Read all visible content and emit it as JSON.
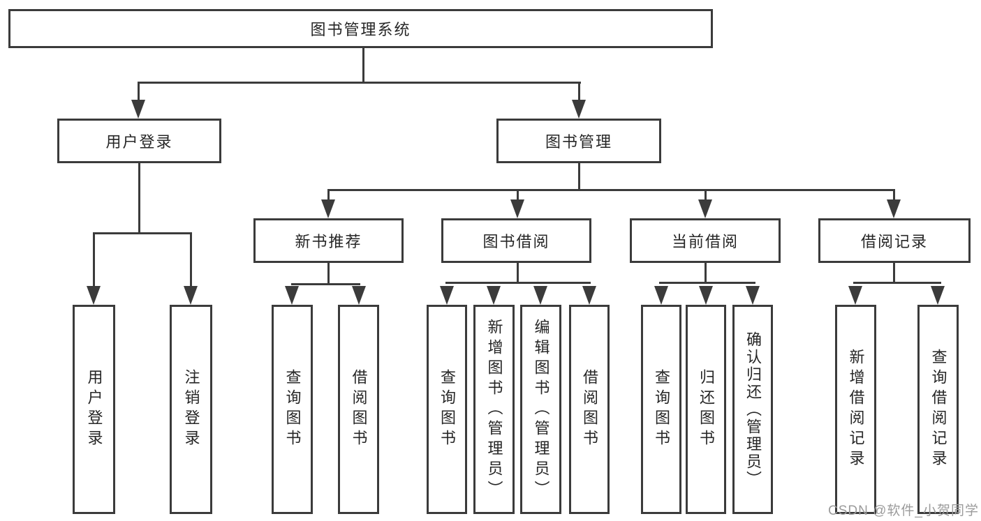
{
  "title": "图书管理系统",
  "tree": {
    "root": {
      "label": "图书管理系统"
    },
    "branches": [
      {
        "label": "用户登录",
        "children": [
          {
            "label": "用户登录"
          },
          {
            "label": "注销登录"
          }
        ]
      },
      {
        "label": "图书管理",
        "children": [
          {
            "label": "新书推荐",
            "children": [
              {
                "label": "查询图书"
              },
              {
                "label": "借阅图书"
              }
            ]
          },
          {
            "label": "图书借阅",
            "children": [
              {
                "label": "查询图书"
              },
              {
                "label": "新增图书（管理员）"
              },
              {
                "label": "编辑图书（管理员）"
              },
              {
                "label": "借阅图书"
              }
            ]
          },
          {
            "label": "当前借阅",
            "children": [
              {
                "label": "查询图书"
              },
              {
                "label": "归还图书"
              },
              {
                "label": "确认归还（管理员）"
              }
            ]
          },
          {
            "label": "借阅记录",
            "children": [
              {
                "label": "新增借阅记录"
              },
              {
                "label": "查询借阅记录"
              }
            ]
          }
        ]
      }
    ]
  },
  "watermark": "CSDN @软件_小贺同学",
  "colors": {
    "line": "#3b3b3b",
    "box_border": "#3b3b3b",
    "text": "#262626",
    "watermark": "#9b9b9b",
    "background": "#ffffff"
  }
}
